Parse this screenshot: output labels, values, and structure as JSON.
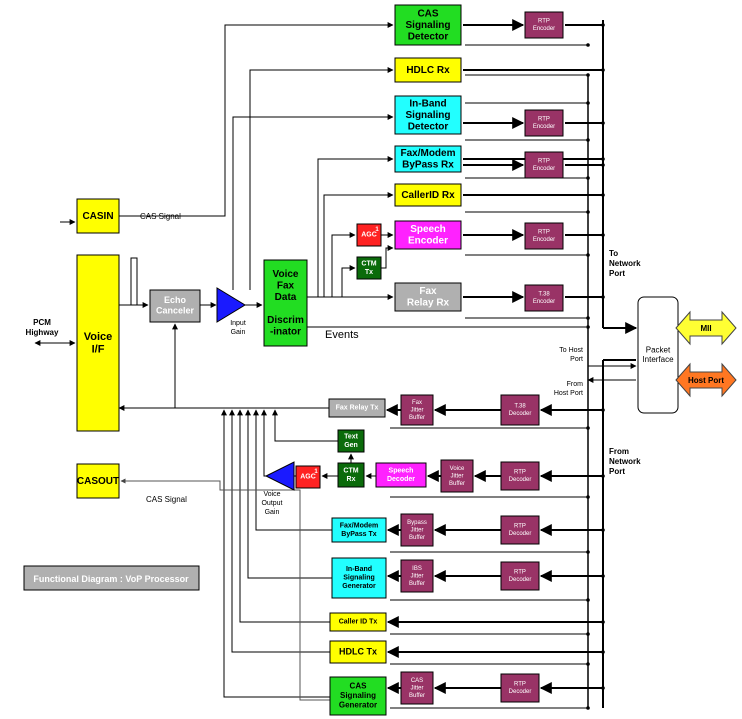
{
  "colors": {
    "green": "#22dd22",
    "dark_green": "#0b6b0b",
    "yellow": "#ffff00",
    "cyan": "#22ffff",
    "magenta": "#ff22ff",
    "maroon": "#993366",
    "gray": "#b0b0b0",
    "red": "#ff2222",
    "blue": "#1a1aff",
    "orange": "#ff7722",
    "mii_yellow": "#ffff33"
  },
  "blocks": {
    "cas_det": [
      "CAS",
      "Signaling",
      "Detector"
    ],
    "hdlc_rx": [
      "HDLC Rx"
    ],
    "inband_det": [
      "In-Band",
      "Signaling",
      "Detector"
    ],
    "faxmodem_rx": [
      "Fax/Modem",
      "ByPass Rx"
    ],
    "callerid_rx": [
      "CallerID Rx"
    ],
    "agc_rx": [
      "AGC"
    ],
    "speech_enc": [
      "Speech",
      "Encoder"
    ],
    "ctm_tx": [
      "CTM",
      "Tx"
    ],
    "fax_relay_rx": [
      "Fax",
      "Relay Rx"
    ],
    "voice_fax_data": [
      "Voice",
      "Fax",
      "Data",
      "",
      "Discrim",
      "-inator"
    ],
    "echo_canceler": [
      "Echo",
      "Canceler"
    ],
    "casin": [
      "CASIN"
    ],
    "voice_if": [
      "Voice",
      "I/F"
    ],
    "casout": [
      "CASOUT"
    ],
    "packet_interface": [
      "Packet",
      "Interface"
    ],
    "fax_relay_tx": [
      "Fax Relay Tx"
    ],
    "text_gen": [
      "Text",
      "Gen"
    ],
    "ctm_rx": [
      "CTM",
      "Rx"
    ],
    "agc_tx": [
      "AGC"
    ],
    "speech_dec": [
      "Speech",
      "Decoder"
    ],
    "faxmodem_tx": [
      "Fax/Modem",
      "ByPass Tx"
    ],
    "inband_gen": [
      "In-Band",
      "Signaling",
      "Generator"
    ],
    "callerid_tx": [
      "Caller ID Tx"
    ],
    "hdlc_tx": [
      "HDLC Tx"
    ],
    "cas_gen": [
      "CAS",
      "Signaling",
      "Generator"
    ],
    "rtp_enc_1": [
      "RTP",
      "Encoder"
    ],
    "rtp_enc_2": [
      "RTP",
      "Encoder"
    ],
    "rtp_enc_3": [
      "RTP",
      "Encoder"
    ],
    "rtp_enc_4": [
      "RTP",
      "Encoder"
    ],
    "t38_enc": [
      "T.38",
      "Encoder"
    ],
    "fax_jitter": [
      "Fax",
      "Jitter",
      "Buffer"
    ],
    "t38_dec": [
      "T.38",
      "Decoder"
    ],
    "voice_jitter": [
      "Voice",
      "Jitter",
      "Buffer"
    ],
    "rtp_dec_1": [
      "RTP",
      "Decoder"
    ],
    "bypass_jitter": [
      "Bypass",
      "Jitter",
      "Buffer"
    ],
    "rtp_dec_2": [
      "RTP",
      "Decoder"
    ],
    "ibs_jitter": [
      "IBS",
      "Jitter",
      "Buffer"
    ],
    "rtp_dec_3": [
      "RTP",
      "Decoder"
    ],
    "cas_jitter": [
      "CAS",
      "Jitter",
      "Buffer"
    ],
    "rtp_dec_4": [
      "RTP",
      "Decoder"
    ]
  },
  "superscripts": {
    "agc_rx": "1",
    "agc_tx": "1"
  },
  "labels": {
    "cas_signal_in": "CAS Signal",
    "pcm_highway": [
      "PCM",
      "Highway"
    ],
    "input_gain": [
      "Input",
      "Gain"
    ],
    "events": "Events",
    "to_network_port": [
      "To",
      "Network",
      "Port"
    ],
    "to_host_port": [
      "To Host",
      "Port"
    ],
    "from_host_port": [
      "From",
      "Host Port"
    ],
    "from_network_port": [
      "From",
      "Network",
      "Port"
    ],
    "voice_output_gain": [
      "Voice",
      "Output",
      "Gain"
    ],
    "cas_signal_out": "CAS Signal",
    "mii": "MII",
    "host_port": "Host Port",
    "caption": "Functional Diagram : VoP Processor"
  }
}
